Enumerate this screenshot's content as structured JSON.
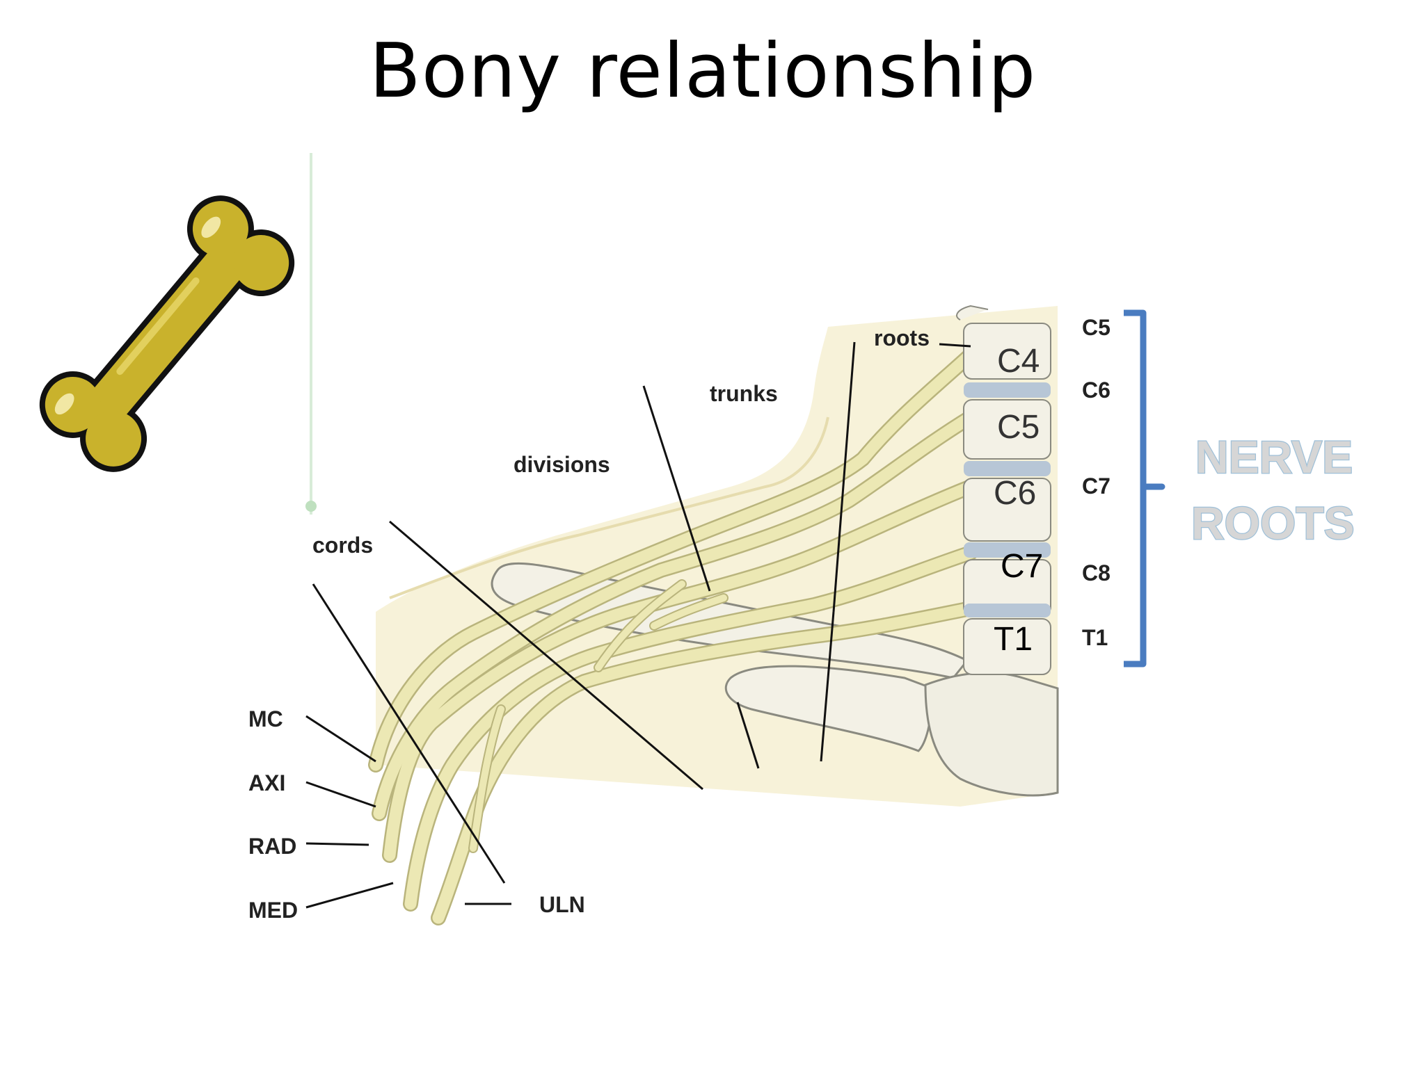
{
  "title": "Bony relationship",
  "labels": {
    "roots": "roots",
    "trunks": "trunks",
    "divisions": "divisions",
    "cords": "cords",
    "mc": "MC",
    "axi": "AXI",
    "rad": "RAD",
    "med": "MED",
    "uln": "ULN"
  },
  "vertebrae": [
    "C4",
    "C5",
    "C6",
    "C7",
    "T1"
  ],
  "nerve_root_levels": [
    "C5",
    "C6",
    "C7",
    "C8",
    "T1"
  ],
  "bracket_label": [
    "NERVE",
    "ROOTS"
  ],
  "colors": {
    "nerve": "#ece8b4",
    "nerve_stroke": "#b9b47c",
    "bone": "#f3f1e6",
    "disc": "#b7c6d6",
    "background_tissue": "#f6f1d6",
    "bracket": "#4a7cc0",
    "bone_icon": "#c9b22c"
  },
  "icons": [
    "bone-icon"
  ]
}
